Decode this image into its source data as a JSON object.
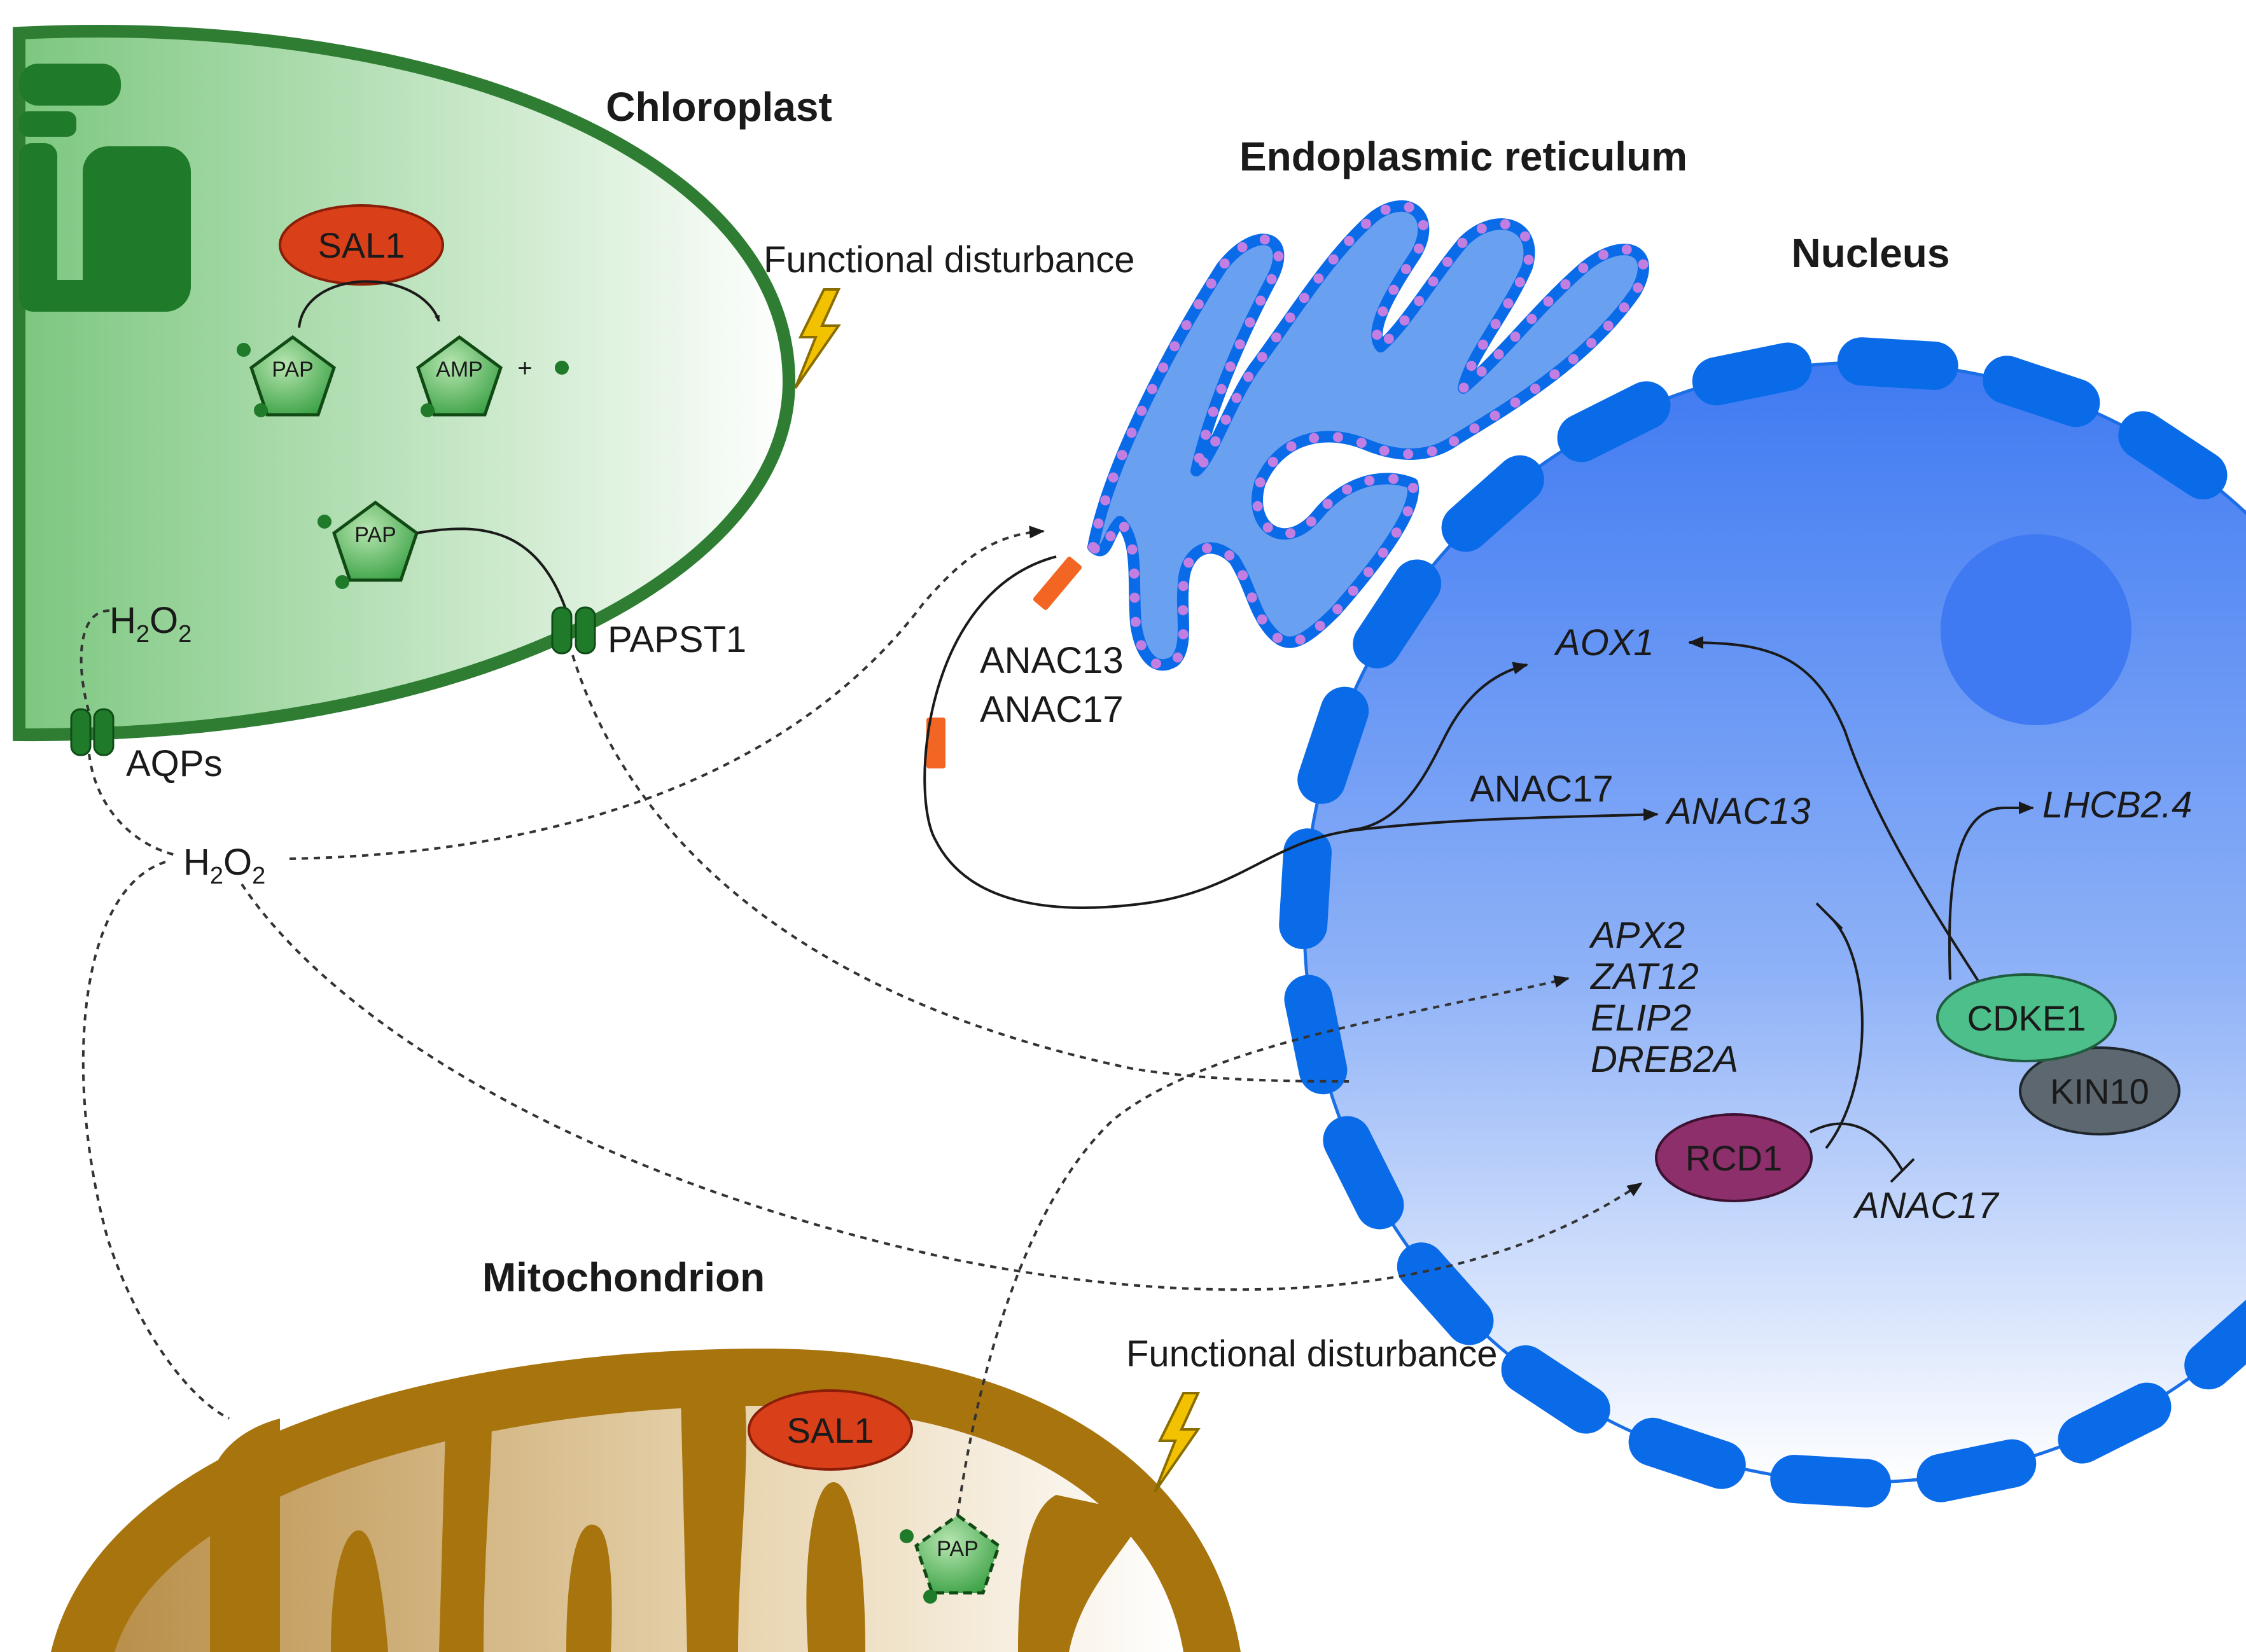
{
  "organelles": {
    "chloroplast": "Chloroplast",
    "er": "Endoplasmic reticulum",
    "nucleus": "Nucleus",
    "mitochondrion": "Mitochondrion"
  },
  "stress": {
    "chloroplast": "Functional disturbance",
    "mitochondrion": "Functional disturbance"
  },
  "molecules": {
    "sal1_chloro": "SAL1",
    "sal1_mito": "SAL1",
    "pap_1": "PAP",
    "pap_2": "PAP",
    "pap_mito": "PAP",
    "amp": "AMP",
    "plus": "+",
    "h2o2_top_base": "H",
    "h2o2_top_sub1": "2",
    "h2o2_top_mid": "O",
    "h2o2_top_sub2": "2",
    "h2o2_mid_base": "H",
    "h2o2_mid_sub1": "2",
    "h2o2_mid_mid": "O",
    "h2o2_mid_sub2": "2"
  },
  "transporters": {
    "papst1": "PAPST1",
    "aqps": "AQPs"
  },
  "tf": {
    "anac13": "ANAC13",
    "anac17": "ANAC17",
    "anac17_arrow": "ANAC17"
  },
  "genes": {
    "aox1": "AOX1",
    "anac13": "ANAC13",
    "lhcb": "LHCB2.4",
    "apx2": "APX2",
    "zat12": "ZAT12",
    "elip2": "ELIP2",
    "dreb2a": "DREB2A",
    "anac17": "ANAC17"
  },
  "proteins": {
    "cdke1": "CDKE1",
    "kin10": "KIN10",
    "rcd1": "RCD1"
  },
  "colors": {
    "chloroplast_stroke": "#2e7d32",
    "nucleus_fill": "#4f86f7",
    "nuclear_pore": "#0a6be8",
    "er_fill": "#6aa0f0",
    "mito_fill": "#a8740e",
    "sal1": "#d9401a",
    "cdke1": "#4cbf8a",
    "kin10": "#5c6770",
    "rcd1": "#8c2f6b",
    "tf_bar": "#f26522",
    "bolt": "#f2c200"
  }
}
